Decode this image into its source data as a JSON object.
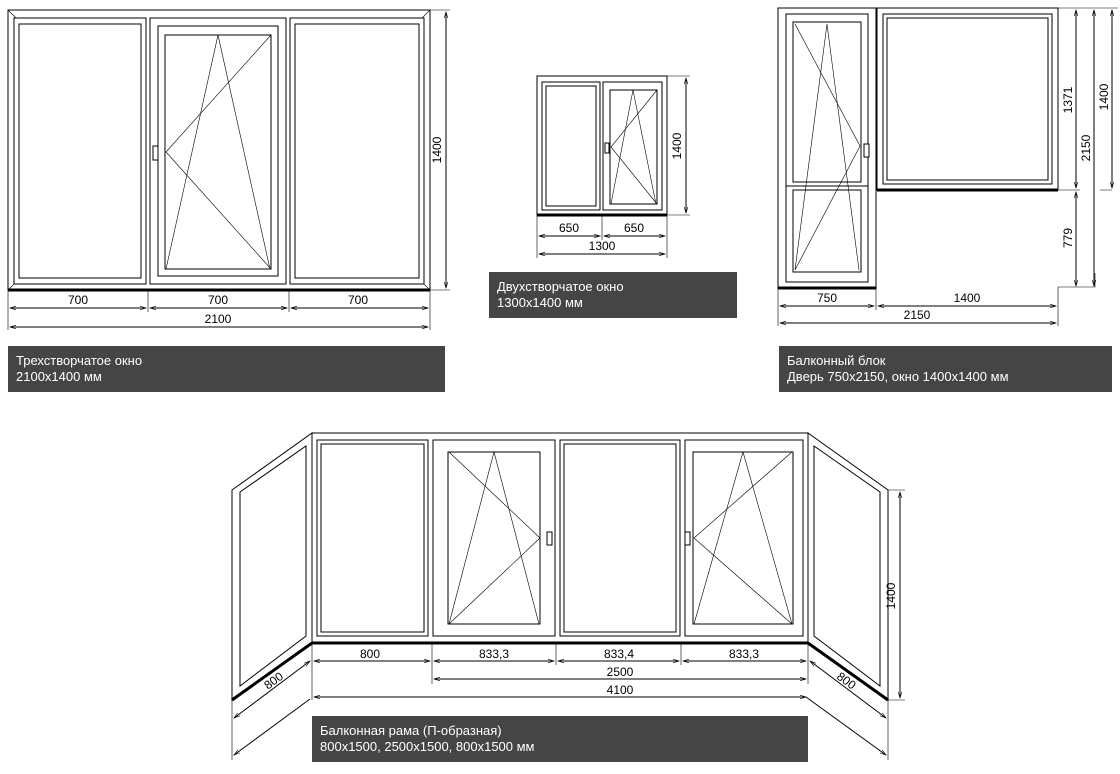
{
  "three_leaf_window": {
    "caption_title": "Трехстворчатое окно",
    "caption_size": "2100x1400 мм",
    "dims": {
      "sash_widths": [
        "700",
        "700",
        "700"
      ],
      "total_width": "2100",
      "height": "1400"
    }
  },
  "two_leaf_window": {
    "caption_title": "Двухстворчатое окно",
    "caption_size": "1300x1400 мм",
    "dims": {
      "sash_widths": [
        "650",
        "650"
      ],
      "total_width": "1300",
      "height": "1400"
    }
  },
  "balcony_block": {
    "caption_title": "Балконный блок",
    "caption_size": "Дверь 750x2150, окно 1400x1400 мм",
    "dims": {
      "door_width": "750",
      "window_width": "1400",
      "total_width": "2150",
      "window_glass_height": "1371",
      "sill_height": "779",
      "door_height": "2150",
      "window_height": "1400"
    }
  },
  "balcony_frame": {
    "caption_title": "Балконная рама (П-образная)",
    "caption_size": "800x1500, 2500x1500, 800x1500 мм",
    "dims": {
      "left_side": "800",
      "segments": [
        "800",
        "833,3",
        "833,4",
        "833,3"
      ],
      "middle_width": "2500",
      "total_width": "4100",
      "right_side": "800",
      "height": "1400"
    }
  }
}
